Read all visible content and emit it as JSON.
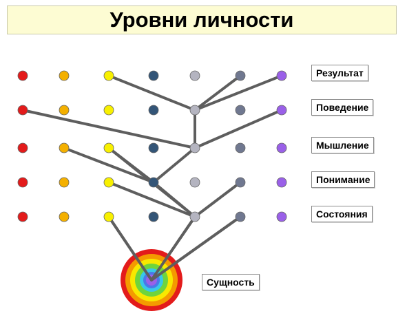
{
  "title": "Уровни личности",
  "levels": [
    {
      "label": "Результат"
    },
    {
      "label": "Поведение"
    },
    {
      "label": "Мышление"
    },
    {
      "label": "Понимание"
    },
    {
      "label": "Состояния"
    }
  ],
  "essence": {
    "label": "Сущность"
  },
  "column_colors": [
    "#e31b1b",
    "#f4b000",
    "#f8f000",
    "#335577",
    "#b4b4c0",
    "#707890",
    "#9a60e8"
  ],
  "target_ring_colors": [
    "#e31b1b",
    "#f49a00",
    "#f8e800",
    "#6fd43c",
    "#38c8e8",
    "#4a78e8",
    "#9a60e8"
  ],
  "connections": [
    {
      "from": [
        0,
        2
      ],
      "to": [
        1,
        4
      ]
    },
    {
      "from": [
        0,
        5
      ],
      "to": [
        1,
        4
      ]
    },
    {
      "from": [
        0,
        6
      ],
      "to": [
        1,
        4
      ]
    },
    {
      "from": [
        1,
        4
      ],
      "to": [
        2,
        4
      ]
    },
    {
      "from": [
        1,
        0
      ],
      "to": [
        2,
        4
      ]
    },
    {
      "from": [
        1,
        6
      ],
      "to": [
        2,
        4
      ]
    },
    {
      "from": [
        2,
        4
      ],
      "to": [
        3,
        3
      ]
    },
    {
      "from": [
        2,
        1
      ],
      "to": [
        3,
        3
      ]
    },
    {
      "from": [
        2,
        2
      ],
      "to": [
        3,
        3
      ]
    },
    {
      "from": [
        3,
        3
      ],
      "to": [
        4,
        4
      ]
    },
    {
      "from": [
        3,
        2
      ],
      "to": [
        4,
        4
      ]
    },
    {
      "from": [
        2,
        2
      ],
      "to": [
        4,
        4
      ]
    },
    {
      "from": [
        3,
        5
      ],
      "to": [
        4,
        4
      ]
    },
    {
      "from": [
        4,
        2
      ],
      "to": "essence"
    },
    {
      "from": [
        4,
        4
      ],
      "to": "essence"
    },
    {
      "from": [
        4,
        5
      ],
      "to": "essence"
    }
  ]
}
